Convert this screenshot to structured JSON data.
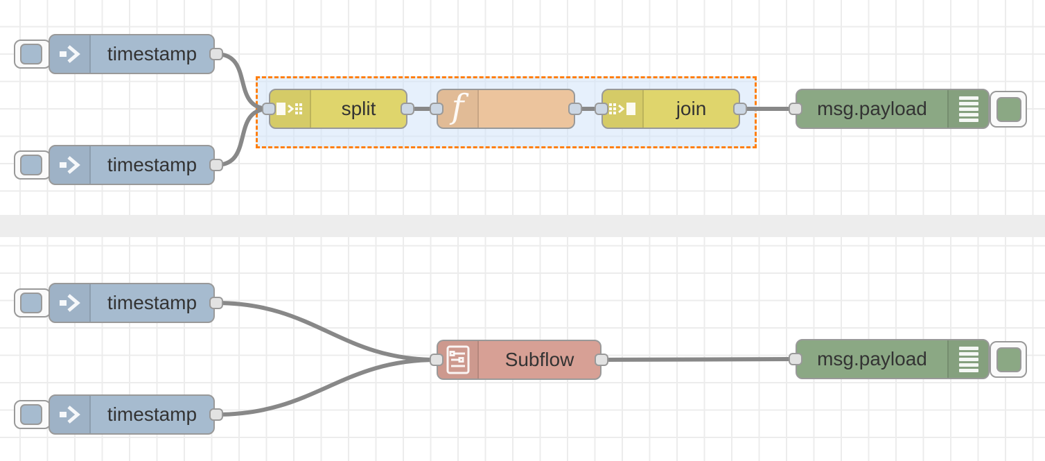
{
  "canvas": {
    "background": "#ffffff",
    "grid_color": "#ececec",
    "divider_color": "#ededed",
    "wire_color": "#888888"
  },
  "selection": {
    "border_color": "#ff7f0e",
    "fill": "rgba(205,226,249,0.5)"
  },
  "flow_top": {
    "inject1": {
      "label": "timestamp",
      "type": "inject",
      "color": "#a6bbcf"
    },
    "inject2": {
      "label": "timestamp",
      "type": "inject",
      "color": "#a6bbcf"
    },
    "split": {
      "label": "split",
      "type": "split",
      "color": "#dfd56c"
    },
    "function": {
      "label": "",
      "type": "function",
      "color": "#ecc49d"
    },
    "join": {
      "label": "join",
      "type": "join",
      "color": "#dfd56c"
    },
    "debug": {
      "label": "msg.payload",
      "type": "debug",
      "color": "#8ba884"
    }
  },
  "flow_bottom": {
    "inject1": {
      "label": "timestamp",
      "type": "inject",
      "color": "#a6bbcf"
    },
    "inject2": {
      "label": "timestamp",
      "type": "inject",
      "color": "#a6bbcf"
    },
    "subflow": {
      "label": "Subflow",
      "type": "subflow",
      "color": "#d7a095"
    },
    "debug": {
      "label": "msg.payload",
      "type": "debug",
      "color": "#8ba884"
    }
  }
}
